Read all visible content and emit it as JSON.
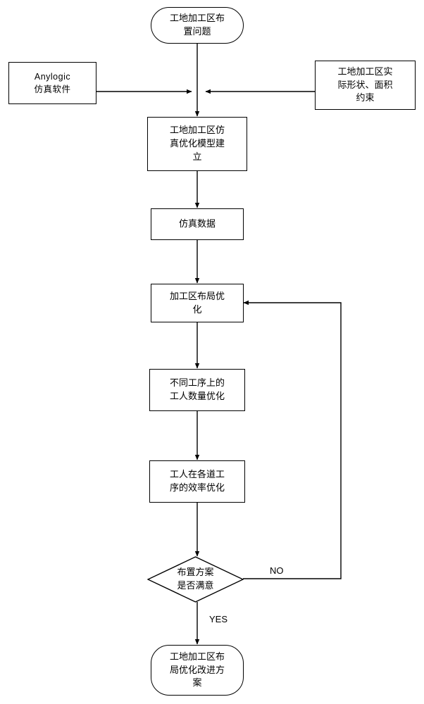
{
  "diagram": {
    "title_node": "工地加工区布\n置问题",
    "nodes": [
      {
        "id": "start",
        "text": "工地加工区布\n置问题"
      },
      {
        "id": "software",
        "text": "Anylogic\n仿真软件"
      },
      {
        "id": "constraint",
        "text": "工地加工区实\n际形状、面积\n约束"
      },
      {
        "id": "model",
        "text": "工地加工区仿\n真优化模型建\n立"
      },
      {
        "id": "simdata",
        "text": "仿真数据"
      },
      {
        "id": "layout",
        "text": "加工区布局优\n化"
      },
      {
        "id": "workers",
        "text": "不同工序上的\n工人数量优化"
      },
      {
        "id": "efficiency",
        "text": "工人在各道工\n序的效率优化"
      },
      {
        "id": "decision",
        "text": "布置方案\n是否满意"
      },
      {
        "id": "end",
        "text": "工地加工区布\n局优化改进方\n案"
      }
    ],
    "edge_labels": {
      "no": "NO",
      "yes": "YES"
    },
    "colors": {
      "stroke": "#000000",
      "fill": "#ffffff",
      "text": "#000000"
    }
  }
}
